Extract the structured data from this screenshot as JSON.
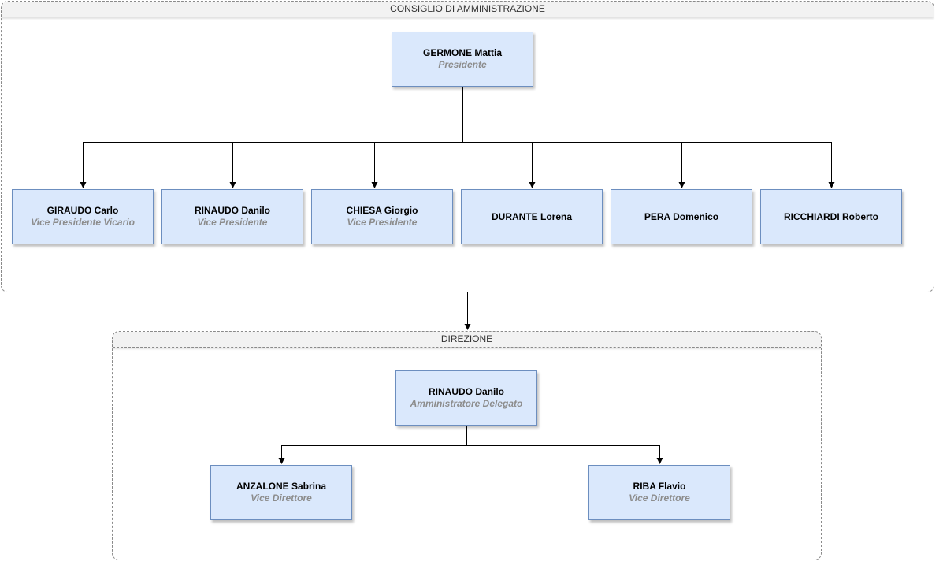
{
  "groups": {
    "board": {
      "title": "CONSIGLIO DI AMMINISTRAZIONE"
    },
    "management": {
      "title": "DIREZIONE"
    }
  },
  "board": {
    "president": {
      "name": "GERMONE Mattia",
      "role": "Presidente"
    },
    "members": [
      {
        "name": "GIRAUDO Carlo",
        "role": "Vice Presidente Vicario"
      },
      {
        "name": "RINAUDO Danilo",
        "role": "Vice Presidente"
      },
      {
        "name": "CHIESA Giorgio",
        "role": "Vice Presidente"
      },
      {
        "name": "DURANTE Lorena",
        "role": ""
      },
      {
        "name": "PERA Domenico",
        "role": ""
      },
      {
        "name": "RICCHIARDI Roberto",
        "role": ""
      }
    ]
  },
  "management": {
    "ceo": {
      "name": "RINAUDO Danilo",
      "role": "Amministratore Delegato"
    },
    "deputies": [
      {
        "name": "ANZALONE Sabrina",
        "role": "Vice Direttore"
      },
      {
        "name": "RIBA Flavio",
        "role": "Vice Direttore"
      }
    ]
  },
  "colors": {
    "node_fill": "#dae8fc",
    "node_border": "#6c8ebf",
    "role_text": "#8c8c8c",
    "connector": "#000000",
    "group_border": "#8a8a8a",
    "group_header_fill": "#f2f2f2"
  }
}
